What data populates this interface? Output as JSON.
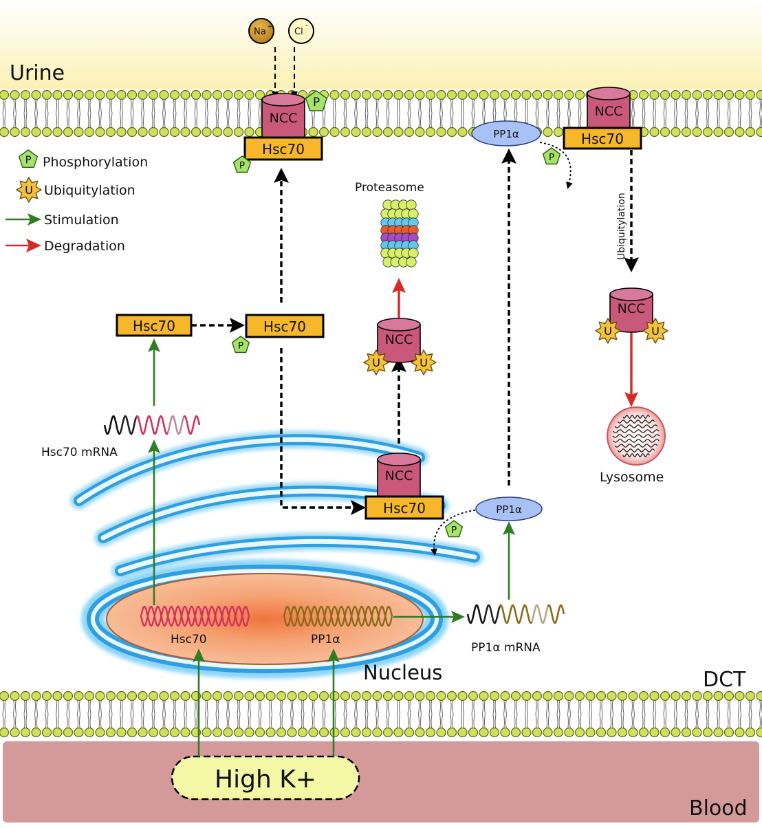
{
  "regions": {
    "urine": "Urine",
    "dct": "DCT",
    "blood": "Blood",
    "nucleus": "Nucleus"
  },
  "ions": {
    "sodium": "Na",
    "sodium_charge": "+",
    "chloride": "Cl",
    "chloride_charge": "-"
  },
  "legend": {
    "phosphorylation": "Phosphorylation",
    "ubiquitylation": "Ubiquitylation",
    "stimulation": "Stimulation",
    "degradation": "Degradation",
    "p_symbol": "P",
    "u_symbol": "U"
  },
  "labels": {
    "ncc": "NCC",
    "hsc70": "Hsc70",
    "pp1a": "PP1α",
    "proteasome": "Proteasome",
    "lysosome": "Lysosome",
    "ubiquitylation_arrow": "Ubiquitylation",
    "hsc70_mrna": "Hsc70 mRNA",
    "pp1a_mrna": "PP1α mRNA",
    "hsc70_gene": "Hsc70",
    "pp1a_gene": "PP1α",
    "high_k": "High K+"
  },
  "colors": {
    "urine_top": "#fdf7d6",
    "urine_bottom": "#fff6c4",
    "membrane_bead": "#cfe05a",
    "ncc_fill": "#c9587a",
    "hsc70_fill": "#f6b72a",
    "pp1a_fill": "#a9c2f5",
    "stimulation": "#2f7d22",
    "degradation": "#d42c25",
    "blood": "#d49a9a",
    "er": "#3eaee8",
    "nucleus_edge": "#e48a57",
    "high_k_fill": "#f4f8a6"
  }
}
